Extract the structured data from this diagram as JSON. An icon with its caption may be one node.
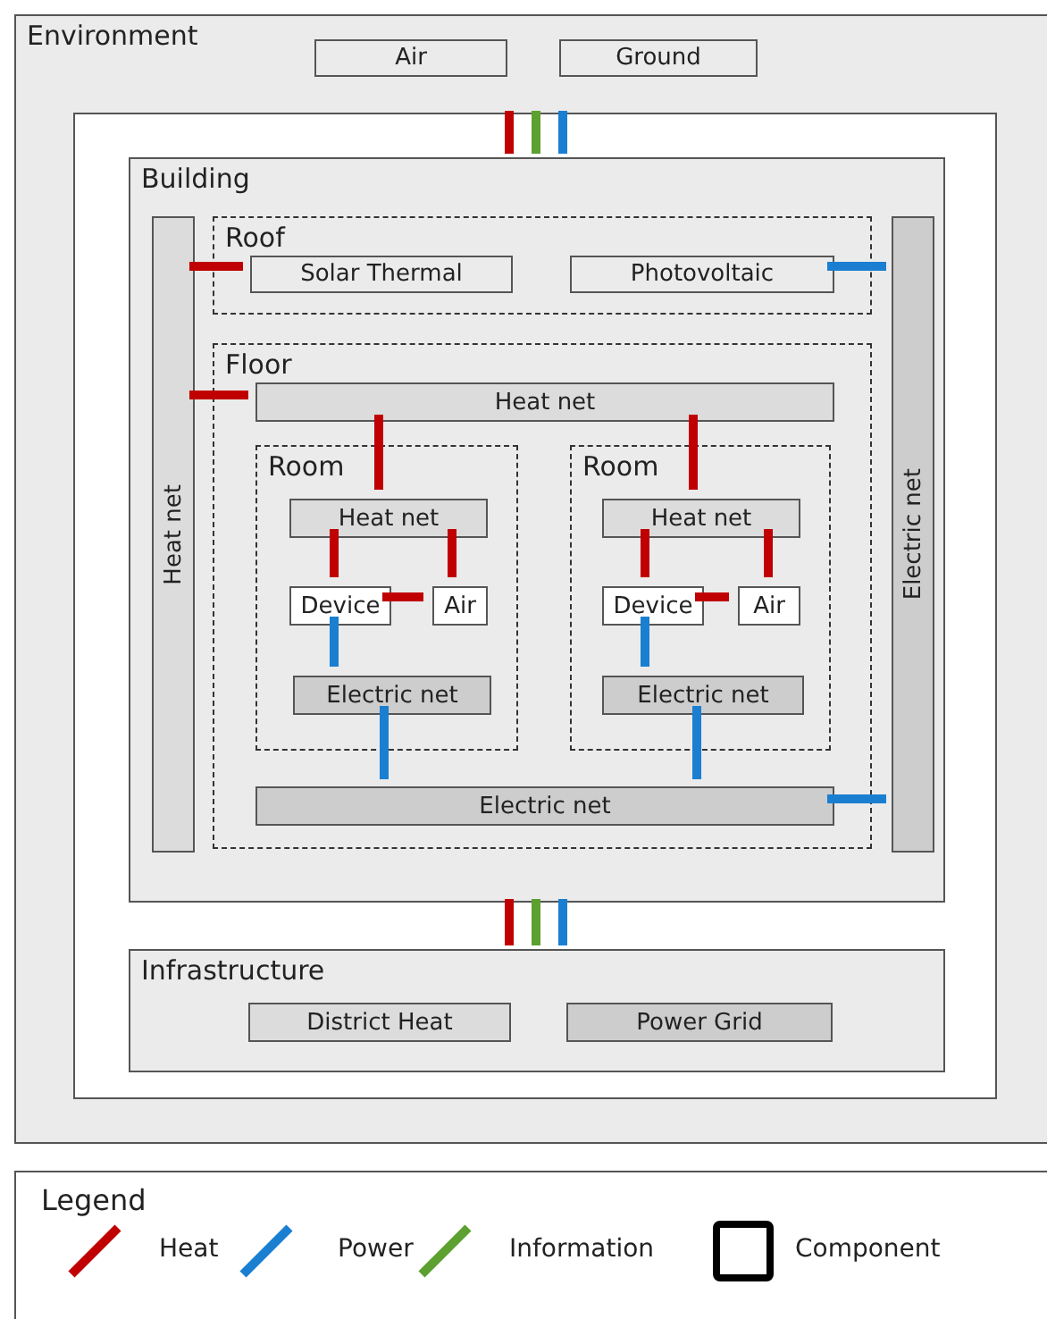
{
  "diagram": {
    "nodes": [
      {
        "text": [
          "Environment"
        ]
      },
      {
        "text": [
          "Air"
        ],
        "in": 0
      },
      {
        "text": [
          "Ground"
        ],
        "in": 0
      },
      {
        "text": [],
        "shape": "box",
        "in": 0
      },
      {
        "text": [
          "Building"
        ],
        "in": 3
      },
      {
        "text": [
          "Heat net"
        ],
        "in": 4
      },
      {
        "text": [
          "Roof"
        ],
        "in": 4
      },
      {
        "text": [
          "Solar  Thermal"
        ],
        "in": 6
      },
      {
        "text": [
          "Photovoltaic"
        ],
        "in": 6
      },
      {
        "text": [
          "Floor"
        ],
        "in": 4
      },
      {
        "text": [
          "Heat net"
        ],
        "in": 9
      },
      {
        "text": [
          "Room"
        ],
        "in": 9
      },
      {
        "text": [
          "Heat net"
        ],
        "in": 11
      },
      {
        "text": [
          "Device"
        ],
        "in": 11
      },
      {
        "text": [
          "Air"
        ],
        "in": 11
      },
      {
        "text": [
          "Electric net"
        ],
        "in": 11
      },
      {
        "text": [
          "Room"
        ],
        "in": 9
      },
      {
        "text": [
          "Heat net"
        ],
        "in": 16
      },
      {
        "text": [
          "Device"
        ],
        "in": 16
      },
      {
        "text": [
          "Air"
        ],
        "in": 16
      },
      {
        "text": [
          "Electric net"
        ],
        "in": 16
      },
      {
        "text": [
          "Electric net"
        ],
        "in": 9
      },
      {
        "text": [
          "Electric net"
        ],
        "in": 4
      },
      {
        "text": [
          "Infrastructure"
        ],
        "in": 3
      },
      {
        "text": [
          "District Heat"
        ],
        "in": 23
      },
      {
        "text": [
          "Power Grid"
        ],
        "in": 23
      }
    ],
    "edges": [
      {
        "from": 3,
        "to": 4,
        "arrow": "none",
        "color": "#c00000"
      },
      {
        "from": 3,
        "to": 4,
        "arrow": "none",
        "color": "#5ca030"
      },
      {
        "from": 3,
        "to": 4,
        "arrow": "none",
        "color": "#1a7fd0"
      },
      {
        "from": 5,
        "to": 7,
        "arrow": "none",
        "color": "#c00000"
      },
      {
        "from": 8,
        "to": 22,
        "arrow": "none",
        "color": "#1a7fd0"
      },
      {
        "from": 5,
        "to": 10,
        "arrow": "none",
        "color": "#c00000"
      },
      {
        "from": 10,
        "to": 12,
        "arrow": "none",
        "color": "#c00000"
      },
      {
        "from": 10,
        "to": 17,
        "arrow": "none",
        "color": "#c00000"
      },
      {
        "from": 12,
        "to": 13,
        "arrow": "none",
        "color": "#c00000"
      },
      {
        "from": 12,
        "to": 14,
        "arrow": "none",
        "color": "#c00000"
      },
      {
        "from": 13,
        "to": 14,
        "arrow": "none",
        "color": "#c00000"
      },
      {
        "from": 13,
        "to": 15,
        "arrow": "none",
        "color": "#1a7fd0"
      },
      {
        "from": 17,
        "to": 18,
        "arrow": "none",
        "color": "#c00000"
      },
      {
        "from": 17,
        "to": 19,
        "arrow": "none",
        "color": "#c00000"
      },
      {
        "from": 18,
        "to": 19,
        "arrow": "none",
        "color": "#c00000"
      },
      {
        "from": 18,
        "to": 20,
        "arrow": "none",
        "color": "#1a7fd0"
      },
      {
        "from": 15,
        "to": 21,
        "arrow": "none",
        "color": "#1a7fd0"
      },
      {
        "from": 20,
        "to": 21,
        "arrow": "none",
        "color": "#1a7fd0"
      },
      {
        "from": 21,
        "to": 22,
        "arrow": "none",
        "color": "#1a7fd0"
      },
      {
        "from": 4,
        "to": 23,
        "arrow": "none",
        "color": "#c00000"
      },
      {
        "from": 4,
        "to": 23,
        "arrow": "none",
        "color": "#5ca030"
      },
      {
        "from": 4,
        "to": 23,
        "arrow": "none",
        "color": "#1a7fd0"
      }
    ],
    "labels": [
      "Legend"
    ],
    "legend": [
      {
        "text": "Heat",
        "color": "#c00000"
      },
      {
        "text": "Power",
        "color": "#1a7fd0"
      },
      {
        "text": "Information",
        "color": "#5ca030"
      },
      {
        "text": "Component"
      }
    ]
  }
}
